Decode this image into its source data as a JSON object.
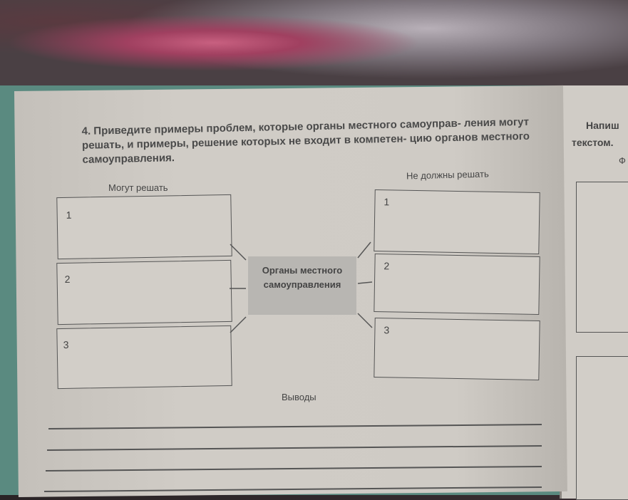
{
  "task": {
    "text": "4. Приведите примеры проблем, которые органы местного самоуправ- ления могут решать, и примеры, решение которых не входит в компетен- цию органов местного самоуправления."
  },
  "left_header": "Могут решать",
  "right_header": "Не должны решать",
  "center_label": "Органы местного самоуправления",
  "left_boxes": [
    "1",
    "2",
    "3"
  ],
  "right_boxes": [
    "1",
    "2",
    "3"
  ],
  "conclusions_label": "Выводы",
  "right_page": {
    "line1": "Напиш",
    "line2": "текстом.",
    "line3": "Ф"
  }
}
